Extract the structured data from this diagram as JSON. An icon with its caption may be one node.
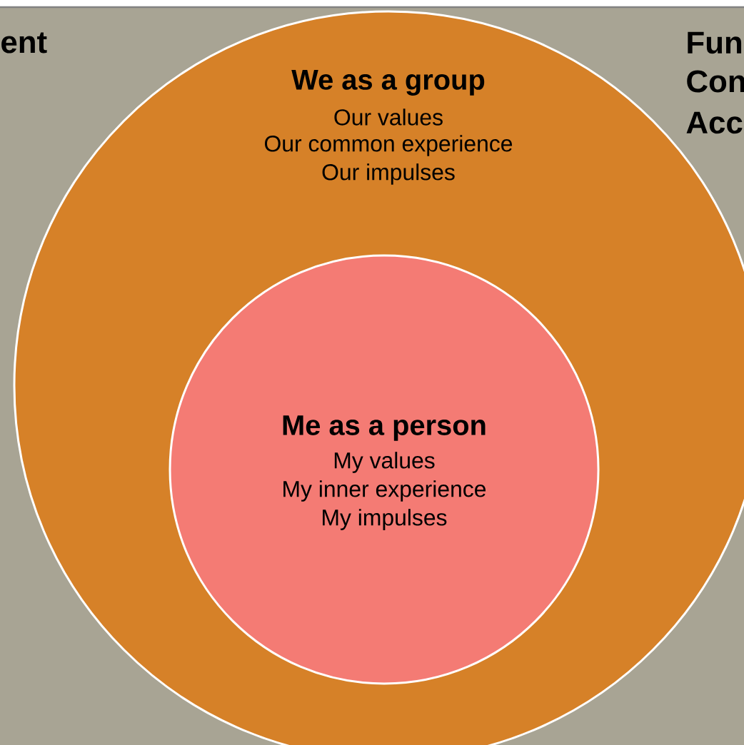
{
  "diagram": {
    "nodes": [
      {
        "text": [
          "We as a group",
          "Our values",
          "Our common experience",
          "Our impulses"
        ]
      },
      {
        "text": [
          "Me as a person",
          "My values",
          "My inner experience",
          "My impulses"
        ],
        "in": 0
      }
    ],
    "labels": [
      "ent",
      "Fun",
      "Con",
      "Acc"
    ]
  }
}
